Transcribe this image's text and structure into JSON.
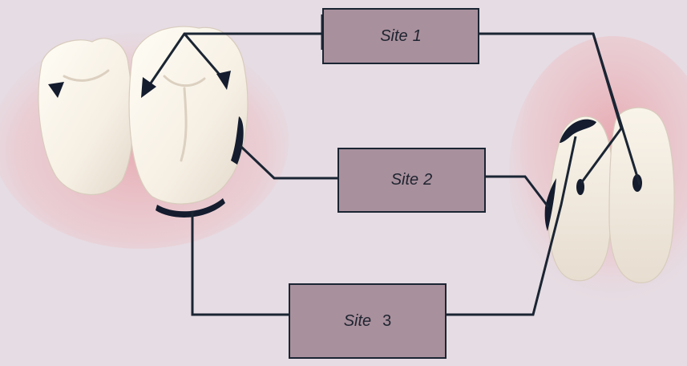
{
  "colors": {
    "background": "#e6dce3",
    "box_fill": "#a8909c",
    "line": "#1b2533",
    "marker": "#141c2e",
    "gum": "#e8b8bc",
    "tooth": "#f7f1e8"
  },
  "sites": [
    {
      "word": "Site",
      "number": "1"
    },
    {
      "word": "Site",
      "number": "2"
    },
    {
      "word": "Site",
      "number": "3"
    }
  ]
}
